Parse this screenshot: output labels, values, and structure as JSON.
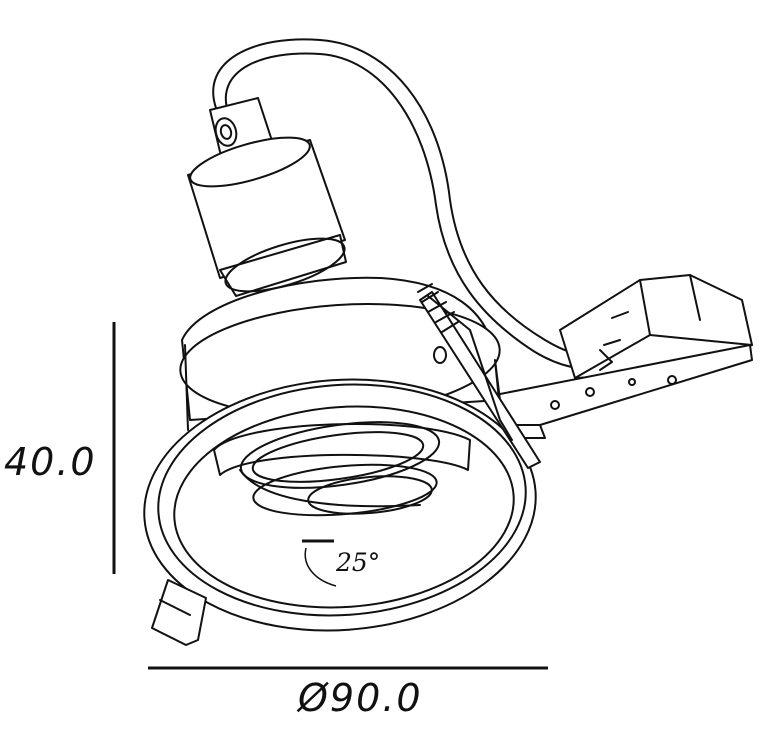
{
  "dimensions": {
    "height": "40.0",
    "diameter": "Ø90.0",
    "tilt_angle": "25°"
  }
}
